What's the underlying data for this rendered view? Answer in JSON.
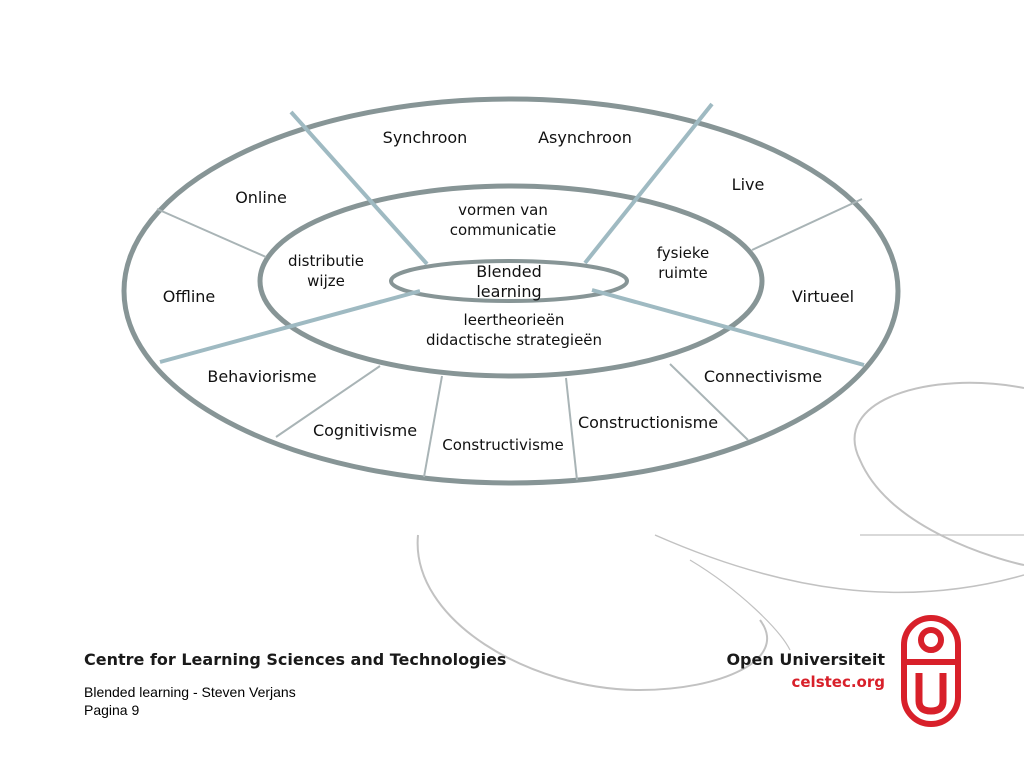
{
  "diagram": {
    "center": "Blended learning",
    "inner_ring": {
      "top": "vormen van communicatie",
      "left": "distributie wijze",
      "right": "fysieke ruimte",
      "bottom": "leertheorieën didactische strategieën"
    },
    "outer_ring": {
      "top": [
        "Synchroon",
        "Asynchroon"
      ],
      "left": [
        "Online",
        "Offline"
      ],
      "right": [
        "Live",
        "Virtueel"
      ],
      "bottom": [
        "Behaviorisme",
        "Cognitivisme",
        "Constructivisme",
        "Constructionisme",
        "Connectivisme"
      ]
    }
  },
  "footer": {
    "centre_name": "Centre for Learning Sciences and Technologies",
    "presentation": "Blended learning - Steven Verjans",
    "page": "Pagina 9"
  },
  "brand": {
    "name": "Open Universiteit",
    "url": "celstec.org",
    "color": "#d8202a"
  }
}
